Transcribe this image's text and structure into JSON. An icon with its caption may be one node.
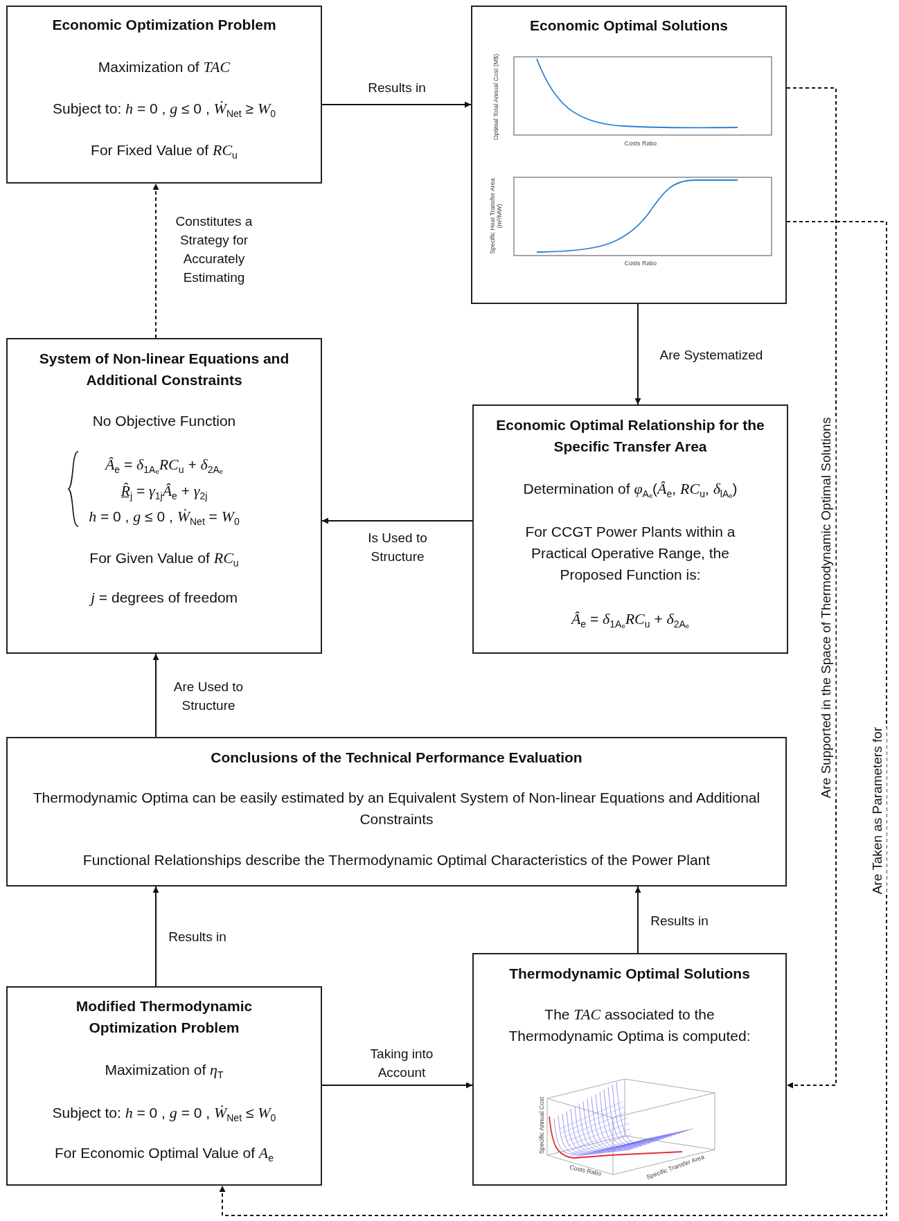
{
  "diagram": {
    "nodes": [
      {
        "text": [
          "Economic Optimization Problem",
          "Maximization of *TAC*",
          "Subject to: *h* = 0 , *g* ≤ 0 , *Ẇ*$_{Net}$ ≥ *W*$_{0}$",
          "For Fixed Value of *RC*$_{u}$"
        ]
      },
      {
        "text": [
          "Economic Optimal Solutions"
        ]
      },
      {
        "text": [
          "System of Non-linear Equations and Additional Constraints",
          "No Objective Function",
          "*Â*$_{e}$ = *δ*$_{1Aₑ}$*RC*$_{u}$ + *δ*$_{2Aₑ}$",
          "*R̲̂*$_{j}$ = *γ*$_{1j}$*Â*$_{e}$ + *γ*$_{2j}$",
          "*h* = 0 , *g* ≤ 0 , *Ẇ*$_{Net}$ = *W*$_{0}$",
          "For Given Value of *RC*$_{u}$",
          "*j* = degrees of freedom"
        ]
      },
      {
        "text": [
          "Economic Optimal Relationship for the Specific Transfer Area",
          "Determination of *φ*$_{Aₑ}$(*Â*$_{e}$, *RC*$_{u}$, *δ*$_{lAₑ}$)",
          "For CCGT Power Plants within a Practical Operative Range, the Proposed Function is:",
          "*Â*$_{e}$ = *δ*$_{1Aₑ}$*RC*$_{u}$ + *δ*$_{2Aₑ}$"
        ]
      },
      {
        "text": [
          "Conclusions of the Technical Performance Evaluation",
          "Thermodynamic Optima can be easily estimated by an Equivalent System of Non-linear Equations and Additional Constraints",
          "Functional Relationships describe the Thermodynamic Optimal Characteristics of the Power Plant"
        ]
      },
      {
        "text": [
          "Modified Thermodynamic Optimization Problem",
          "Maximization of *η*$_{T}$",
          "Subject to: *h* = 0 , *g* = 0 , *Ẇ*$_{Net}$ ≤ *W*$_{0}$",
          "For Economic Optimal Value of *A*$_{e}$"
        ]
      },
      {
        "text": [
          "Thermodynamic Optimal Solutions",
          "The *TAC* associated to the Thermodynamic Optima is computed:"
        ]
      }
    ],
    "edges": [
      {
        "from": 0,
        "to": 1,
        "arrow": "to",
        "label": "Results in"
      },
      {
        "from": 2,
        "to": 0,
        "arrow": "to",
        "label": "Constitutes a Strategy for Accurately Estimating",
        "style": "dashed"
      },
      {
        "from": 1,
        "to": 3,
        "arrow": "to",
        "label": "Are Systematized"
      },
      {
        "from": 3,
        "to": 2,
        "arrow": "to",
        "label": "Is Used to Structure"
      },
      {
        "from": 4,
        "to": 2,
        "arrow": "to",
        "label": "Are Used to Structure"
      },
      {
        "from": 5,
        "to": 4,
        "arrow": "to",
        "label": "Results in"
      },
      {
        "from": 6,
        "to": 4,
        "arrow": "to",
        "label": "Results in"
      },
      {
        "from": 5,
        "to": 6,
        "arrow": "to",
        "label": "Taking into Account"
      },
      {
        "from": 1,
        "to": 6,
        "arrow": "to",
        "label": "Are Supported in the Space of Thermodynamic Optimal Solutions",
        "style": "dashed"
      },
      {
        "from": 1,
        "to": 5,
        "arrow": "to",
        "label": "Are Taken as Parameters for",
        "style": "dashed"
      }
    ],
    "labels": [
      "Optimal Total Annual Cost (M$)",
      "Costs Ratio",
      "Specific Heat Transfer Area (m²/MW)",
      "Costs Ratio",
      "Specific Annual Cost",
      "Costs Ratio",
      "Specific Transfer Area"
    ]
  }
}
